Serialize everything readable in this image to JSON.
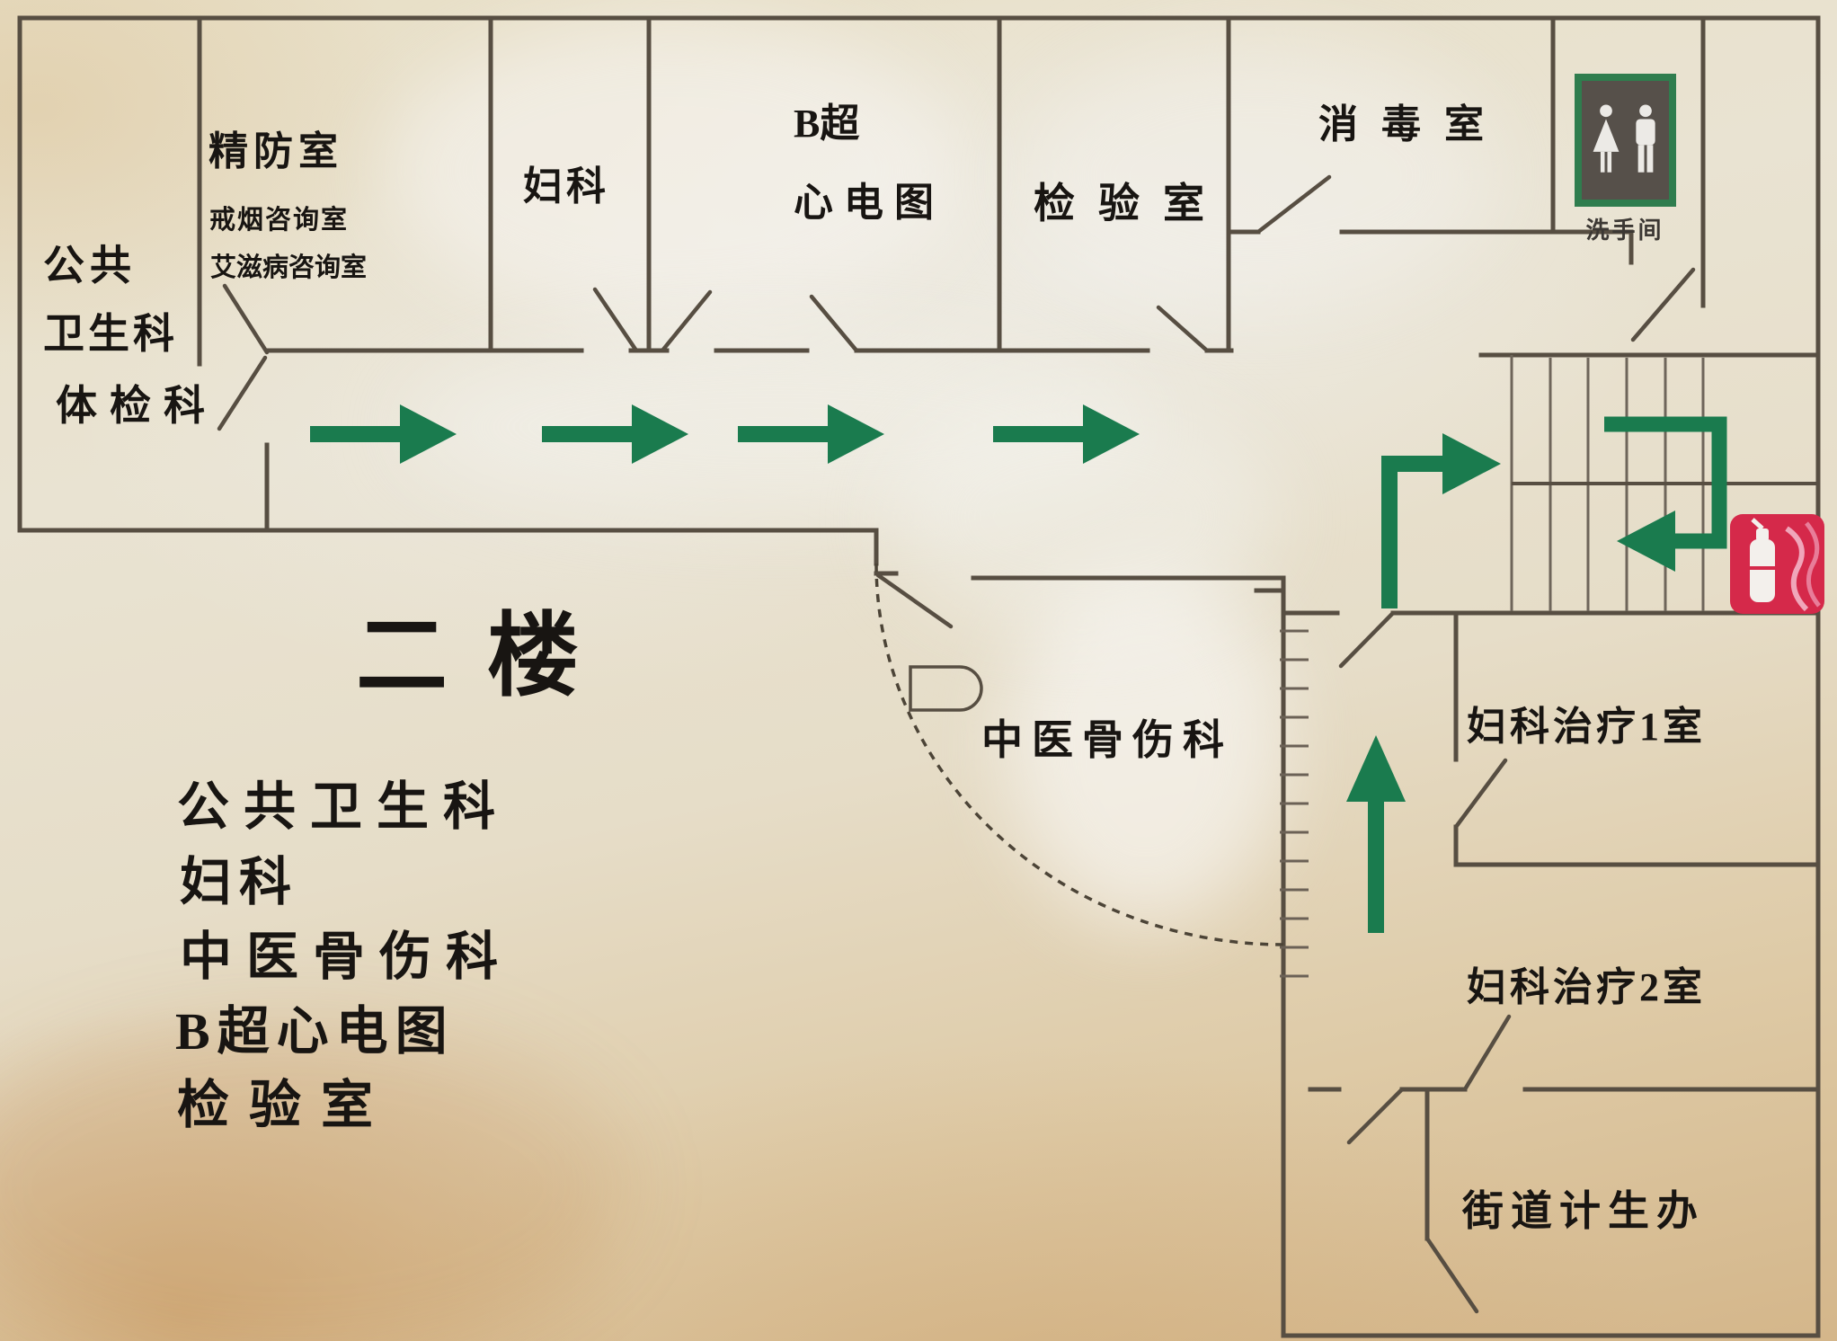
{
  "floor_plan": {
    "floor_title": "二楼",
    "rooms": {
      "public_health": {
        "line1": "公共",
        "line2": "卫生科",
        "line3": "体检科"
      },
      "jingfang": {
        "title": "精防室",
        "sub1": "戒烟咨询室",
        "sub2": "艾滋病咨询室"
      },
      "gynecology": "妇科",
      "ultrasound_line1": "B超",
      "ultrasound_line2": "心电图",
      "laboratory": "检验室",
      "disinfection": "消毒室",
      "tcm_orthopedics": "中医骨伤科",
      "gyn_treatment_1": "妇科治疗1室",
      "gyn_treatment_2": "妇科治疗2室",
      "family_planning": "街道计生办"
    },
    "directory": [
      "公共卫生科",
      "妇科",
      "中医骨伤科",
      "B超心电图",
      "检验室"
    ],
    "signs": {
      "restroom": "洗手间"
    },
    "icons": [
      "restroom-sign-icon",
      "woman-icon",
      "man-icon",
      "fire-extinguisher-icon"
    ],
    "colors": {
      "arrow_green": "#1a7b4e",
      "wall": "#574e42",
      "extinguisher_red": "#d5294a",
      "sign_green": "#2f7d4e",
      "paper": "#e6dcc3"
    }
  }
}
